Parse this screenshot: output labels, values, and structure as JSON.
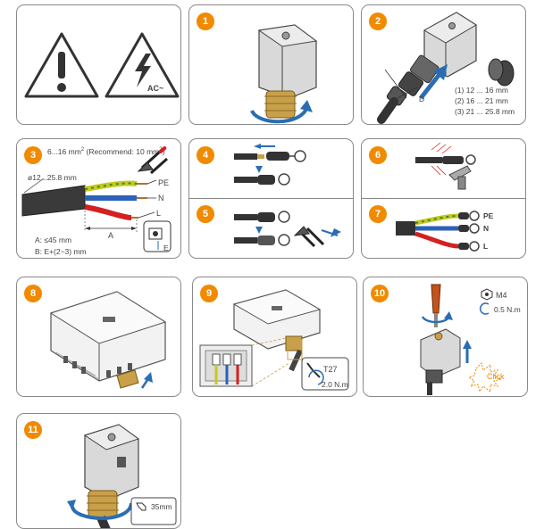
{
  "steps": {
    "s1": "1",
    "s2": "2",
    "s3": "3",
    "s4": "4",
    "s5": "5",
    "s6": "6",
    "s7": "7",
    "s8": "8",
    "s9": "9",
    "s10": "10",
    "s11": "11"
  },
  "warning": {
    "ac_label": "AC~"
  },
  "step2": {
    "label_d": "D",
    "sizes": [
      "(1) 12 ... 16 mm",
      "(2) 16 ... 21 mm",
      "(3) 21 ... 25.8 mm"
    ]
  },
  "step3": {
    "cross_section": "6...16 mm",
    "cross_section_sup": "2",
    "recommend": "(Recommend: 10 mm",
    "recommend_sup": "2",
    "recommend_close": ")",
    "diameter": "ø12...25.8 mm",
    "pe": "PE",
    "n": "N",
    "l": "L",
    "a": "A",
    "e": "E",
    "note_a": "A: ≤45 mm",
    "note_b": "B: E+(2~3) mm"
  },
  "step7": {
    "pe": "PE",
    "n": "N",
    "l": "L"
  },
  "step9": {
    "tool": "T27",
    "torque": "2.0 N.m"
  },
  "step10": {
    "screw": "M4",
    "torque": "0.5 N.m",
    "click": "Click"
  },
  "step11": {
    "wrench": "35mm"
  },
  "colors": {
    "accent": "#f08a00",
    "pe_wire": "#c8c81e",
    "n_wire": "#2b62b8",
    "l_wire": "#d42020",
    "arrow": "#2a6db3"
  }
}
